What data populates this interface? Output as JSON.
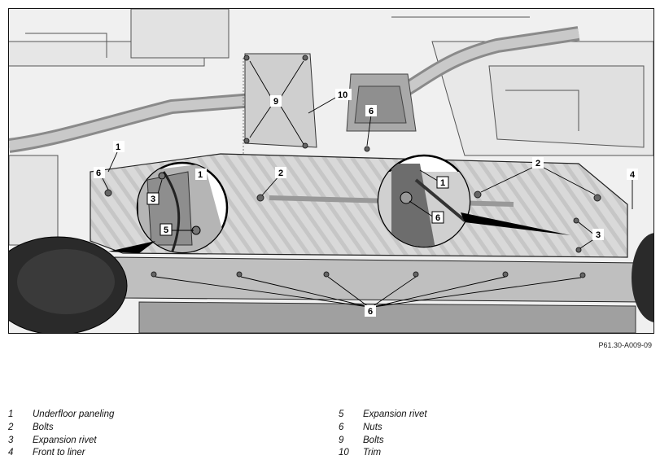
{
  "figure": {
    "code": "P61.30-A009-09",
    "callouts": {
      "c1_left": "1",
      "c1_detail_left": "1",
      "c1_detail_right": "1",
      "c2_center": "2",
      "c2_right": "2",
      "c3_detail_left": "3",
      "c3_right": "3",
      "c4": "4",
      "c5_detail_left": "5",
      "c6_left": "6",
      "c6_top": "6",
      "c6_detail_right": "6",
      "c6_bottom": "6",
      "c9": "9",
      "c10": "10"
    }
  },
  "legend": {
    "left": [
      {
        "num": "1",
        "text": "Underfloor paneling"
      },
      {
        "num": "2",
        "text": "Bolts"
      },
      {
        "num": "3",
        "text": "Expansion rivet"
      },
      {
        "num": "4",
        "text": "Front to liner"
      }
    ],
    "right": [
      {
        "num": "5",
        "text": "Expansion rivet"
      },
      {
        "num": "6",
        "text": "Nuts"
      },
      {
        "num": "9",
        "text": "Bolts"
      },
      {
        "num": "10",
        "text": "Trim"
      }
    ]
  }
}
